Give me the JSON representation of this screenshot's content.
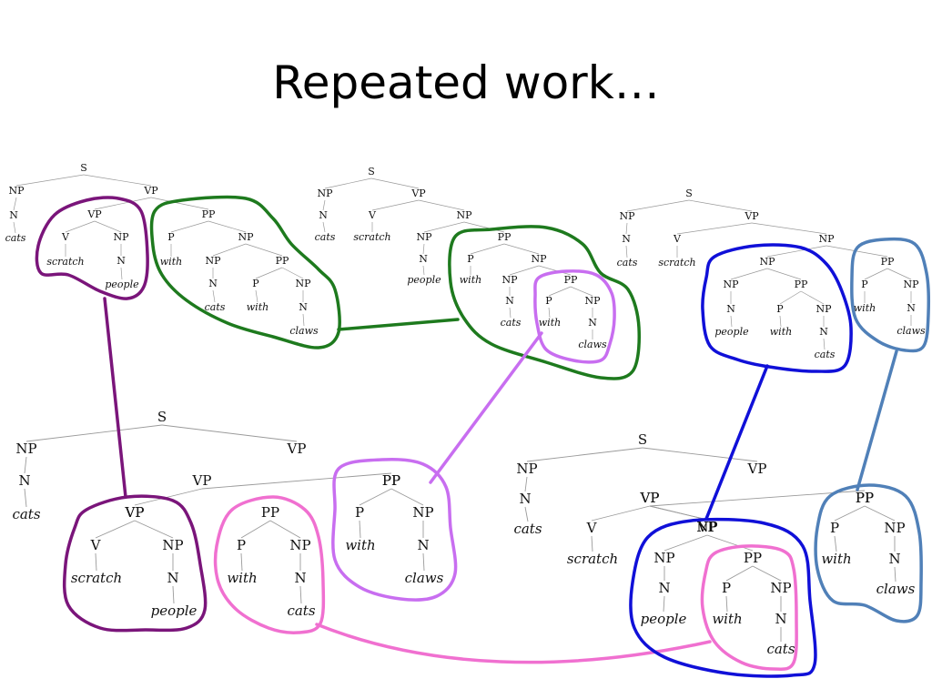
{
  "title": "Repeated work…",
  "colors": {
    "purple": "#7a157a",
    "green": "#1e7a1e",
    "violet": "#c86ef0",
    "pink": "#f070d0",
    "blue": "#1010d8",
    "steel": "#5080b8"
  },
  "trees": [
    {
      "name": "tree-top-left",
      "structure": [
        "S",
        [
          "NP",
          [
            "N",
            "*cats"
          ]
        ],
        [
          "VP",
          [
            "VP",
            [
              "V",
              "*scratch"
            ],
            [
              "NP",
              [
                "N",
                "*people"
              ]
            ]
          ],
          [
            "PP",
            [
              "P",
              "*with"
            ],
            [
              "NP",
              [
                "NP",
                [
                  "N",
                  "*cats"
                ]
              ],
              [
                "PP",
                [
                  "P",
                  "*with"
                ],
                [
                  "NP",
                  [
                    "N",
                    "*claws"
                  ]
                ]
              ]
            ]
          ]
        ]
      ]
    },
    {
      "name": "tree-top-middle",
      "structure": [
        "S",
        [
          "NP",
          [
            "N",
            "*cats"
          ]
        ],
        [
          "VP",
          [
            "V",
            "*scratch"
          ],
          [
            "NP",
            [
              "NP",
              [
                "N",
                "*people"
              ]
            ],
            [
              "PP",
              [
                "P",
                "*with"
              ],
              [
                "NP",
                [
                  "NP",
                  [
                    "N",
                    "*cats"
                  ]
                ],
                [
                  "PP",
                  [
                    "P",
                    "*with"
                  ],
                  [
                    "NP",
                    [
                      "N",
                      "*claws"
                    ]
                  ]
                ]
              ]
            ]
          ]
        ]
      ]
    },
    {
      "name": "tree-top-right",
      "structure": [
        "S",
        [
          "NP",
          [
            "N",
            "*cats"
          ]
        ],
        [
          "VP",
          [
            "V",
            "*scratch"
          ],
          [
            "NP",
            [
              "NP",
              [
                "NP",
                [
                  "N",
                  "*people"
                ]
              ],
              [
                "PP",
                [
                  "P",
                  "*with"
                ],
                [
                  "NP",
                  [
                    "N",
                    "*cats"
                  ]
                ]
              ]
            ],
            [
              "PP",
              [
                "P",
                "*with"
              ],
              [
                "NP",
                [
                  "N",
                  "*claws"
                ]
              ]
            ]
          ]
        ]
      ]
    },
    {
      "name": "chart-left-s",
      "structure": [
        "S",
        [
          "NP",
          [
            "N",
            "*cats"
          ]
        ],
        "VP"
      ]
    },
    {
      "name": "chart-left-vp-top",
      "structure": [
        "VP",
        "VP",
        "PP"
      ]
    },
    {
      "name": "chart-vp-scratch-people",
      "structure": [
        "VP",
        [
          "V",
          "*scratch"
        ],
        [
          "NP",
          [
            "N",
            "*people"
          ]
        ]
      ]
    },
    {
      "name": "chart-pp-with-cats",
      "structure": [
        "PP",
        [
          "P",
          "*with"
        ],
        [
          "NP",
          [
            "N",
            "*cats"
          ]
        ]
      ]
    },
    {
      "name": "chart-pp-with-claws",
      "structure": [
        "PP",
        [
          "P",
          "*with"
        ],
        [
          "NP",
          [
            "N",
            "*claws"
          ]
        ]
      ]
    },
    {
      "name": "chart-right-s",
      "structure": [
        "S",
        [
          "NP",
          [
            "N",
            "*cats"
          ]
        ],
        "VP"
      ]
    },
    {
      "name": "chart-right-vp-top",
      "structure": [
        "VP",
        "VP",
        "PP"
      ]
    },
    {
      "name": "chart-right-vp-scratch",
      "structure": [
        "VP",
        [
          "V",
          "*scratch"
        ],
        "NP"
      ]
    },
    {
      "name": "chart-np-people-with-cats",
      "structure": [
        "NP",
        [
          "NP",
          [
            "N",
            "*people"
          ]
        ],
        [
          "PP",
          [
            "P",
            "*with"
          ],
          [
            "NP",
            [
              "N",
              "*cats"
            ]
          ]
        ]
      ]
    },
    {
      "name": "chart-pp-with-claws-right",
      "structure": [
        "PP",
        [
          "P",
          "*with"
        ],
        [
          "NP",
          [
            "N",
            "*claws"
          ]
        ]
      ]
    }
  ]
}
